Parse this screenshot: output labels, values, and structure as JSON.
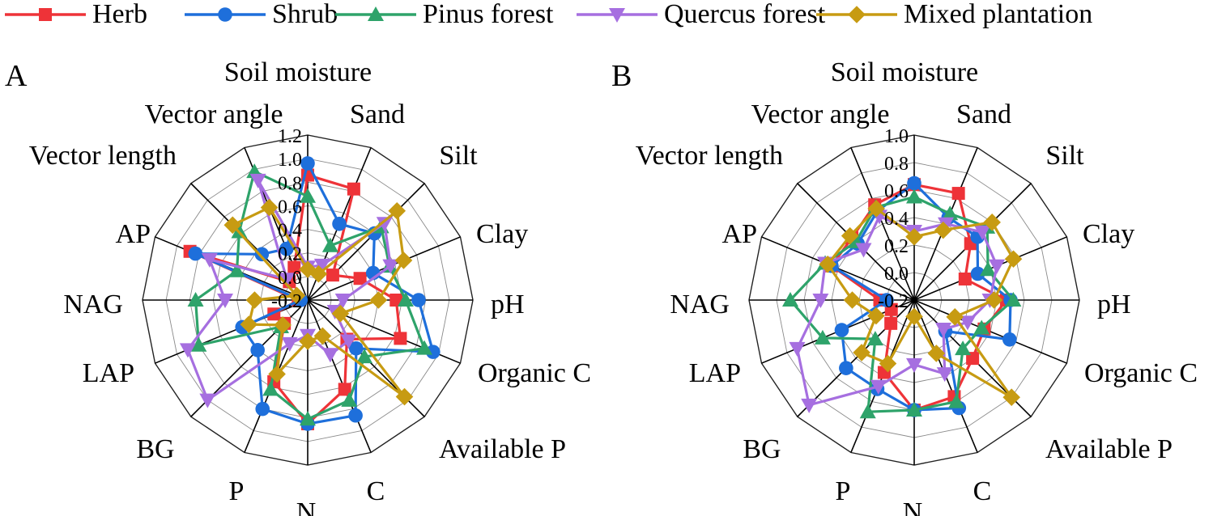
{
  "legend": [
    {
      "name": "Herb",
      "color": "#ee3338",
      "marker": "square"
    },
    {
      "name": "Shrub",
      "color": "#1e6fdb",
      "marker": "circle"
    },
    {
      "name": "Pinus forest",
      "color": "#2ea36a",
      "marker": "triangle-up"
    },
    {
      "name": "Quercus forest",
      "color": "#a66fe0",
      "marker": "triangle-down"
    },
    {
      "name": "Mixed plantation",
      "color": "#c79b12",
      "marker": "diamond"
    }
  ],
  "chart_data": [
    {
      "type": "radar",
      "panel": "A",
      "axes": [
        "Soil moisture",
        "Sand",
        "Silt",
        "Clay",
        "pH",
        "Organic C",
        "Available P",
        "C",
        "N",
        "P",
        "BG",
        "LAP",
        "NAG",
        "AP",
        "Vector length",
        "Vector angle"
      ],
      "radial_range": [
        -0.2,
        1.2
      ],
      "ticks": [
        "-0.2",
        "0.0",
        "0.2",
        "0.4",
        "0.6",
        "0.8",
        "1.0",
        "1.2"
      ],
      "tick_values": [
        -0.2,
        0.0,
        0.2,
        0.4,
        0.6,
        0.8,
        1.0,
        1.2
      ],
      "series": [
        {
          "name": "Herb",
          "values": [
            0.86,
            0.82,
            0.1,
            0.28,
            0.55,
            0.65,
            0.27,
            0.62,
            0.85,
            0.55,
            0.08,
            0.11,
            -0.12,
            0.88,
            0.02,
            0.1
          ]
        },
        {
          "name": "Shrub",
          "values": [
            0.96,
            0.5,
            0.6,
            0.4,
            0.74,
            0.95,
            0.38,
            0.86,
            0.85,
            0.8,
            0.4,
            0.4,
            -0.14,
            0.83,
            0.35,
            0.27
          ]
        },
        {
          "name": "Pinus forest",
          "values": [
            0.68,
            0.3,
            0.68,
            0.55,
            0.63,
            0.87,
            0.48,
            0.72,
            0.81,
            0.62,
            0.12,
            0.8,
            0.75,
            0.45,
            0.62,
            0.98
          ]
        },
        {
          "name": "Quercus forest",
          "values": [
            0.08,
            0.12,
            0.72,
            0.56,
            0.1,
            0.05,
            0.29,
            0.3,
            0.1,
            0.2,
            1.0,
            0.9,
            0.5,
            0.7,
            0.05,
            0.9
          ]
        },
        {
          "name": "Mixed plantation",
          "values": [
            0.06,
            0.04,
            0.87,
            0.68,
            0.4,
            0.1,
            0.96,
            0.13,
            0.15,
            0.48,
            0.1,
            0.34,
            0.25,
            -0.1,
            0.7,
            0.65
          ]
        }
      ]
    },
    {
      "type": "radar",
      "panel": "B",
      "axes": [
        "Soil moisture",
        "Sand",
        "Silt",
        "Clay",
        "pH",
        "Organic C",
        "Available P",
        "C",
        "N",
        "P",
        "BG",
        "LAP",
        "NAG",
        "AP",
        "Vector length",
        "Vector angle"
      ],
      "radial_range": [
        -0.2,
        1.0
      ],
      "ticks": [
        "-0.2",
        "0.0",
        "0.2",
        "0.4",
        "0.6",
        "0.8",
        "1.0"
      ],
      "tick_values": [
        -0.2,
        0.0,
        0.2,
        0.4,
        0.6,
        0.8,
        1.0
      ],
      "series": [
        {
          "name": "Herb",
          "values": [
            0.64,
            0.64,
            0.38,
            0.2,
            0.47,
            0.35,
            0.4,
            0.56,
            0.6,
            0.37,
            0.04,
            -0.02,
            0.05,
            0.45,
            0.44,
            0.55
          ]
        },
        {
          "name": "Shrub",
          "values": [
            0.65,
            0.45,
            0.45,
            0.3,
            0.5,
            0.55,
            0.12,
            0.65,
            0.6,
            0.5,
            0.5,
            0.37,
            0.0,
            0.45,
            0.38,
            0.5
          ]
        },
        {
          "name": "Pinus forest",
          "values": [
            0.55,
            0.48,
            0.55,
            0.38,
            0.52,
            0.33,
            0.3,
            0.6,
            0.6,
            0.68,
            0.2,
            0.52,
            0.7,
            0.5,
            0.4,
            0.53
          ]
        },
        {
          "name": "Quercus forest",
          "values": [
            0.3,
            0.4,
            0.5,
            0.45,
            0.35,
            0.22,
            0.1,
            0.38,
            0.27,
            0.48,
            0.88,
            0.72,
            0.48,
            0.5,
            0.32,
            0.46
          ]
        },
        {
          "name": "Mixed plantation",
          "values": [
            0.26,
            0.35,
            0.6,
            0.58,
            0.38,
            0.12,
            0.8,
            0.22,
            -0.08,
            0.3,
            0.34,
            0.1,
            0.25,
            0.48,
            0.46,
            0.52
          ]
        }
      ]
    }
  ]
}
